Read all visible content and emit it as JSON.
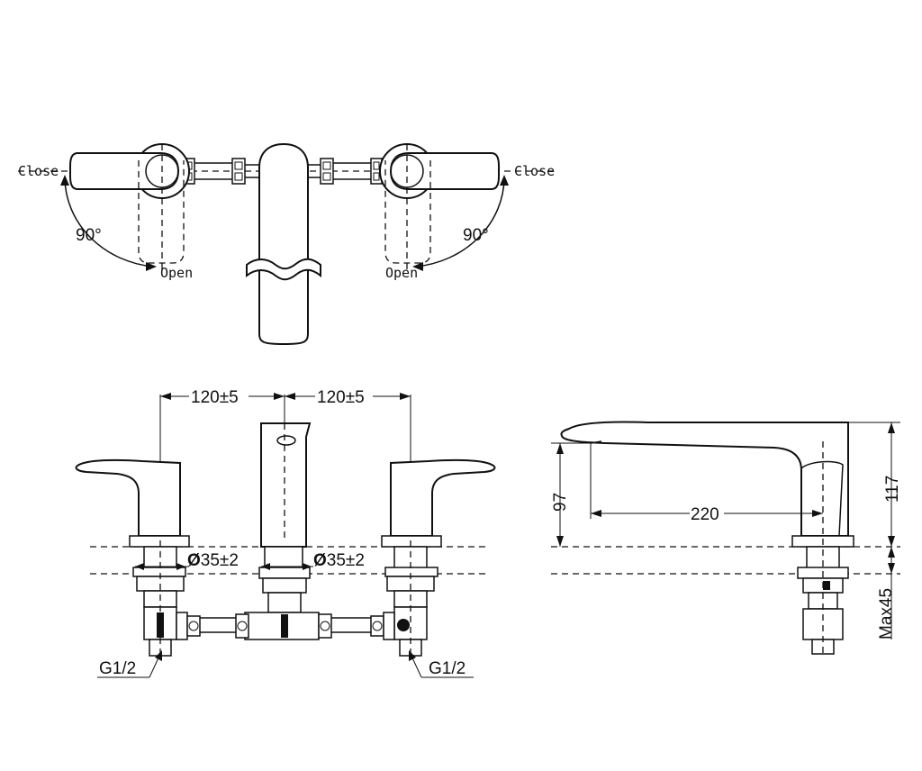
{
  "top_view": {
    "left_close": "Close",
    "right_close": "Close",
    "left_angle": "90°",
    "right_angle": "90°",
    "left_open": "Open",
    "right_open": "Open"
  },
  "front_view": {
    "dim_left_spacing": "120±5",
    "dim_right_spacing": "120±5",
    "dim_left_diameter_symbol": "Ø",
    "dim_left_diameter_value": "35±2",
    "dim_right_diameter_symbol": "Ø",
    "dim_right_diameter_value": "35±2",
    "left_thread": "G1/2",
    "right_thread": "G1/2"
  },
  "side_view": {
    "dim_spout_height": "97",
    "dim_spout_reach": "220",
    "dim_total_height": "117",
    "dim_max_deck": "Max45"
  }
}
